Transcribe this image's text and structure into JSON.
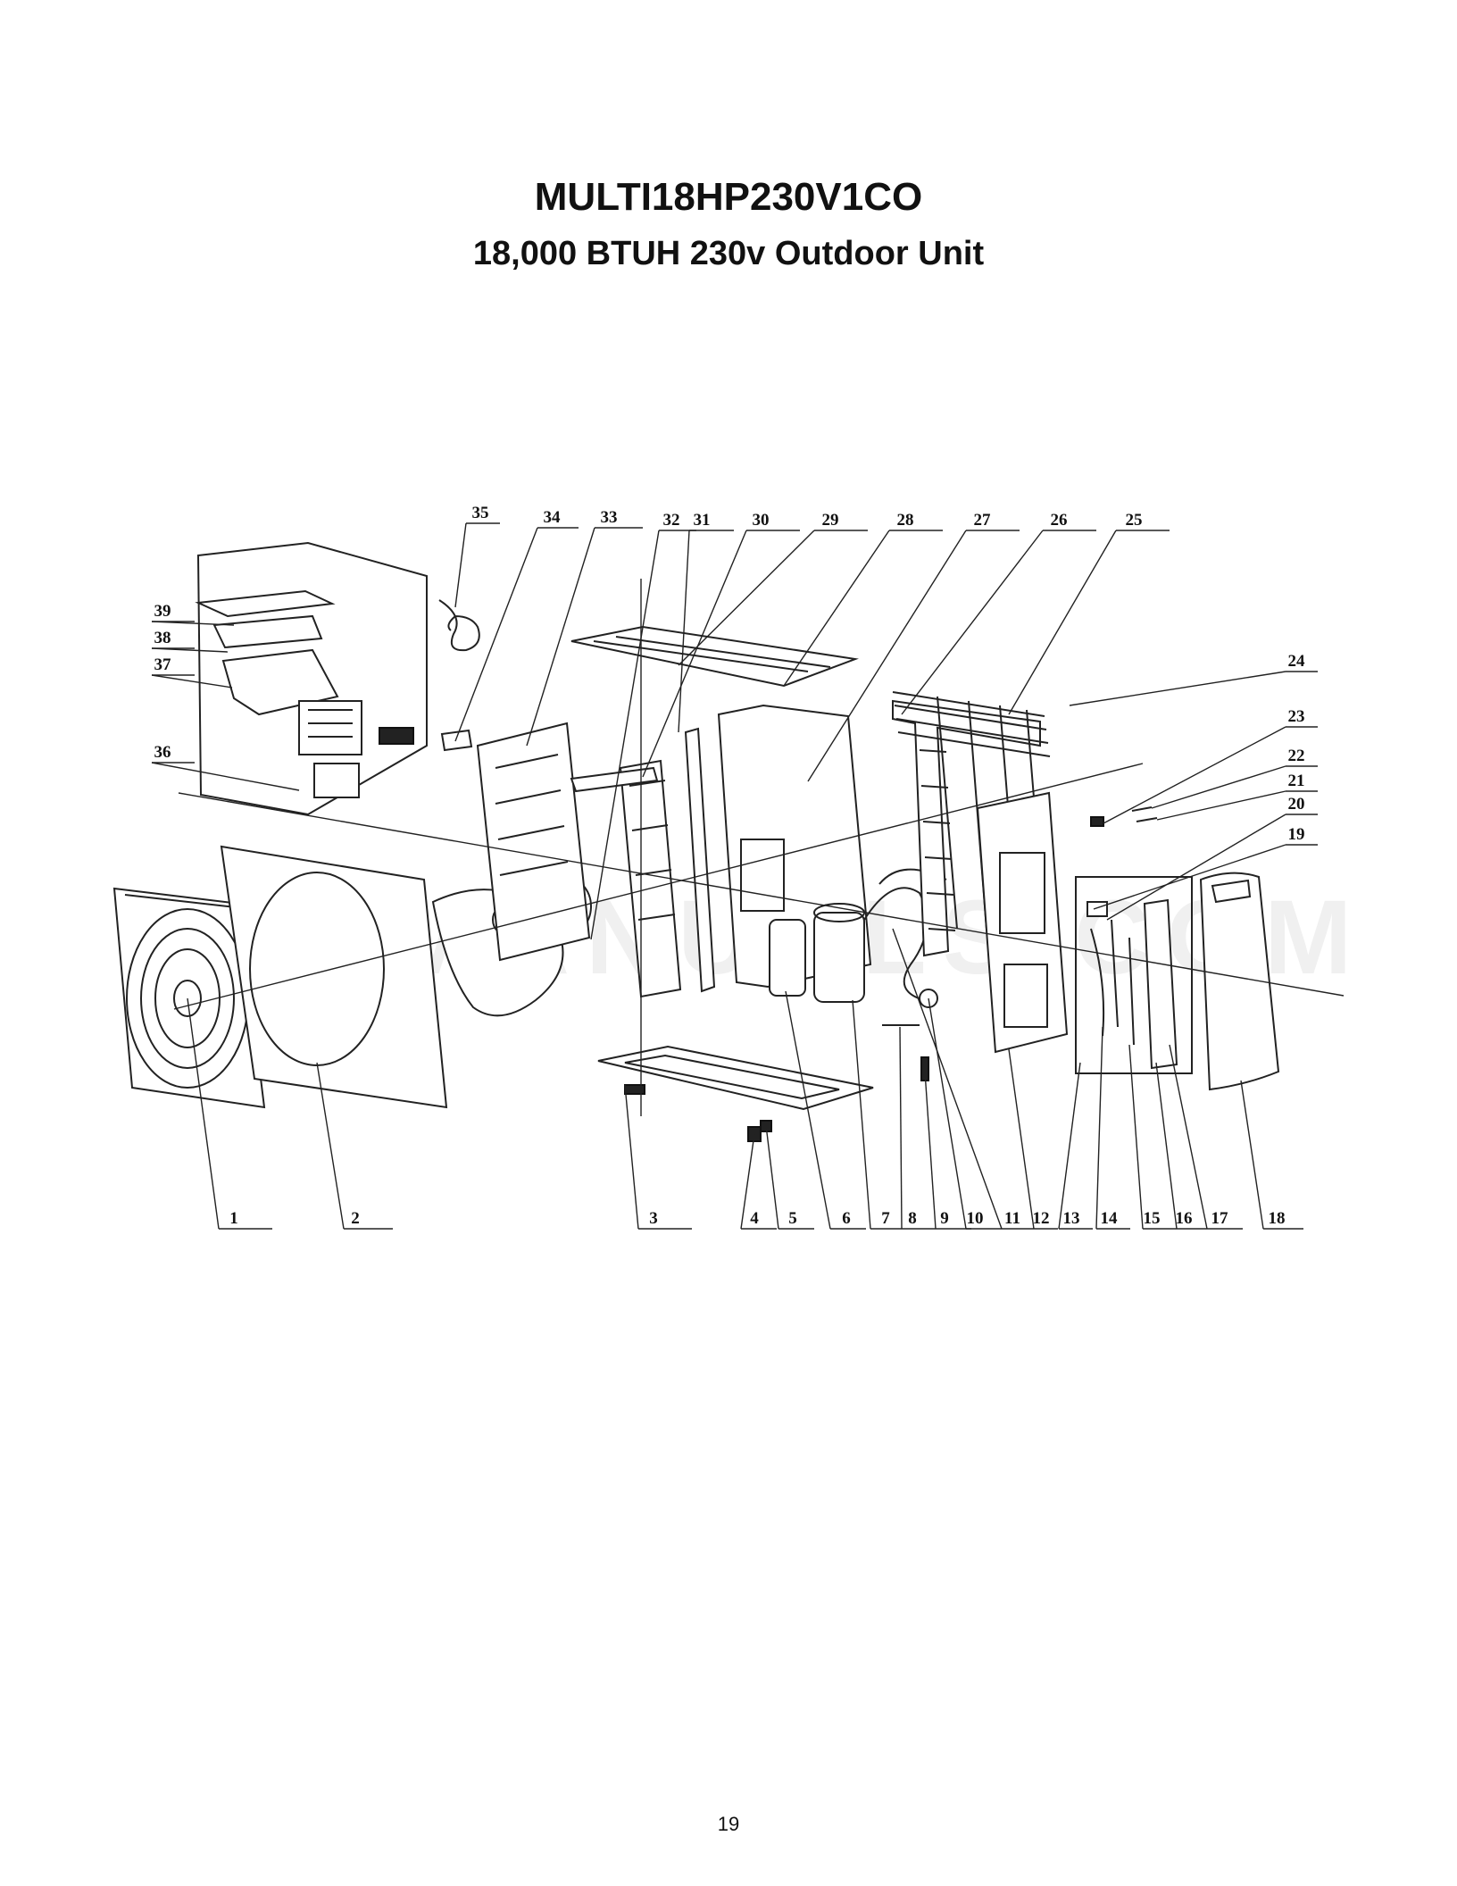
{
  "document": {
    "title": "MULTI18HP230V1CO",
    "subtitle": "18,000 BTUH 230v Outdoor Unit",
    "page_number": "19"
  },
  "diagram": {
    "watermark": "ACMANUALS.COM",
    "part_labels": [
      "1",
      "2",
      "3",
      "4",
      "5",
      "6",
      "7",
      "8",
      "9",
      "10",
      "11",
      "12",
      "13",
      "14",
      "15",
      "16",
      "17",
      "18",
      "19",
      "20",
      "21",
      "22",
      "23",
      "24",
      "25",
      "26",
      "27",
      "28",
      "29",
      "30",
      "31",
      "32",
      "33",
      "34",
      "35",
      "36",
      "37",
      "38",
      "39"
    ]
  }
}
